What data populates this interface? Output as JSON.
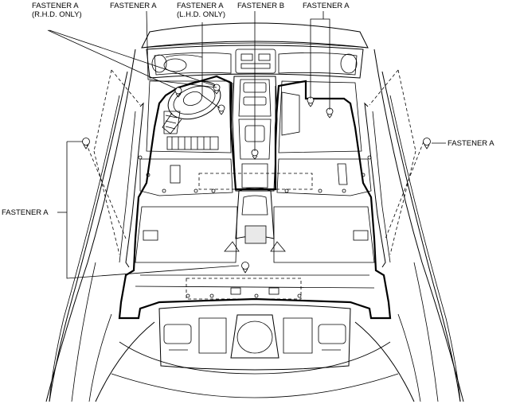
{
  "callouts": [
    {
      "id": "rhd",
      "line1": "FASTENER A",
      "line2": "(R.H.D. ONLY)"
    },
    {
      "id": "top-a",
      "line1": "FASTENER A",
      "line2": ""
    },
    {
      "id": "lhd",
      "line1": "FASTENER A",
      "line2": "(L.H.D. ONLY)"
    },
    {
      "id": "center-b",
      "line1": "FASTENER B",
      "line2": ""
    },
    {
      "id": "right-top-a",
      "line1": "FASTENER A",
      "line2": ""
    },
    {
      "id": "right-side-a",
      "line1": "FASTENER A",
      "line2": ""
    },
    {
      "id": "left-side-a",
      "line1": "FASTENER A",
      "line2": ""
    }
  ]
}
